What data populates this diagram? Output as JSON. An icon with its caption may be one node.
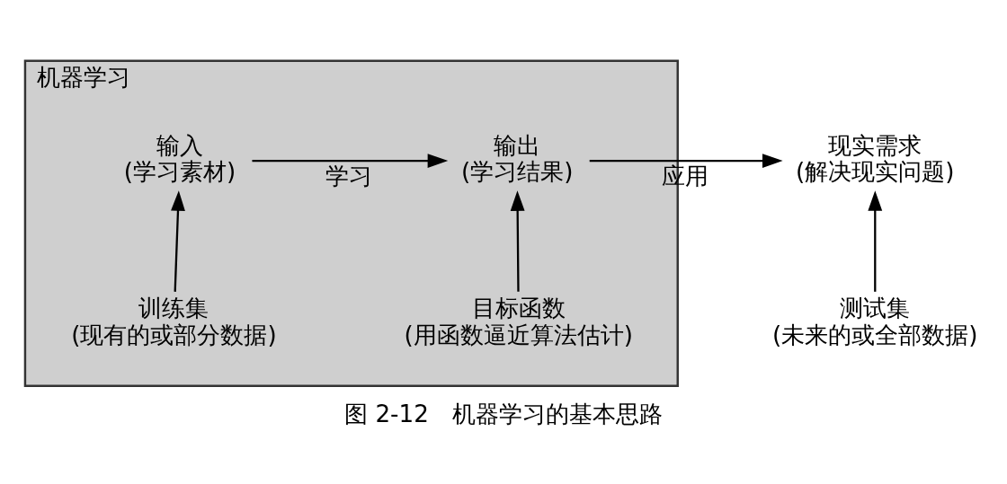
{
  "diagram": {
    "caption": "图 2-12　机器学习的基本思路",
    "nodes": [
      {
        "text": [
          "机器学习"
        ]
      },
      {
        "text": [
          "输入",
          "(学习素材)"
        ],
        "in": 0
      },
      {
        "text": [
          "输出",
          "(学习结果)"
        ],
        "in": 0
      },
      {
        "text": [
          "训练集",
          "(现有的或部分数据)"
        ],
        "in": 0
      },
      {
        "text": [
          "目标函数",
          "(用函数逼近算法估计)"
        ],
        "in": 0
      },
      {
        "text": [
          "现实需求",
          "(解决现实问题)"
        ]
      },
      {
        "text": [
          "测试集",
          "(未来的或全部数据)"
        ]
      }
    ],
    "edges": [
      {
        "from": 1,
        "to": 2,
        "arrow": "to",
        "label": "学习"
      },
      {
        "from": 2,
        "to": 5,
        "arrow": "to",
        "label": "应用"
      },
      {
        "from": 3,
        "to": 1,
        "arrow": "to"
      },
      {
        "from": 4,
        "to": 2,
        "arrow": "to"
      },
      {
        "from": 6,
        "to": 5,
        "arrow": "to"
      }
    ]
  }
}
